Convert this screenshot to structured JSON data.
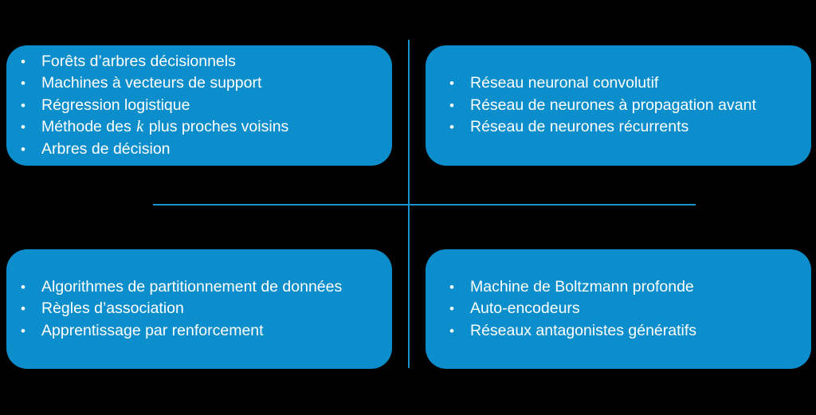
{
  "diagram": {
    "type": "2x2-quadrant",
    "background_color": "#000000",
    "card_color": "#0b8ecb",
    "divider_color": "#1b93d1",
    "text_color": "#ffffff",
    "bullet_glyph": "•",
    "quadrants": [
      {
        "id": "top-left",
        "items": [
          {
            "text": "Forêts d’arbres décisionnels"
          },
          {
            "text": "Machines à vecteurs de support"
          },
          {
            "text": "Régression logistique"
          },
          {
            "text": "Méthode des ",
            "emphasis": "k",
            "text_after": " plus proches voisins"
          },
          {
            "text": "Arbres de décision"
          }
        ]
      },
      {
        "id": "top-right",
        "items": [
          {
            "text": "Réseau neuronal convolutif"
          },
          {
            "text": "Réseau de neurones à propagation avant"
          },
          {
            "text": "Réseau de neurones récurrents"
          }
        ]
      },
      {
        "id": "bottom-left",
        "items": [
          {
            "text": "Algorithmes de partitionnement de données"
          },
          {
            "text": "Règles d’association"
          },
          {
            "text": "Apprentissage par renforcement"
          }
        ]
      },
      {
        "id": "bottom-right",
        "items": [
          {
            "text": "Machine de Boltzmann profonde"
          },
          {
            "text": "Auto-encodeurs"
          },
          {
            "text": "Réseaux antagonistes génératifs"
          }
        ]
      }
    ]
  }
}
